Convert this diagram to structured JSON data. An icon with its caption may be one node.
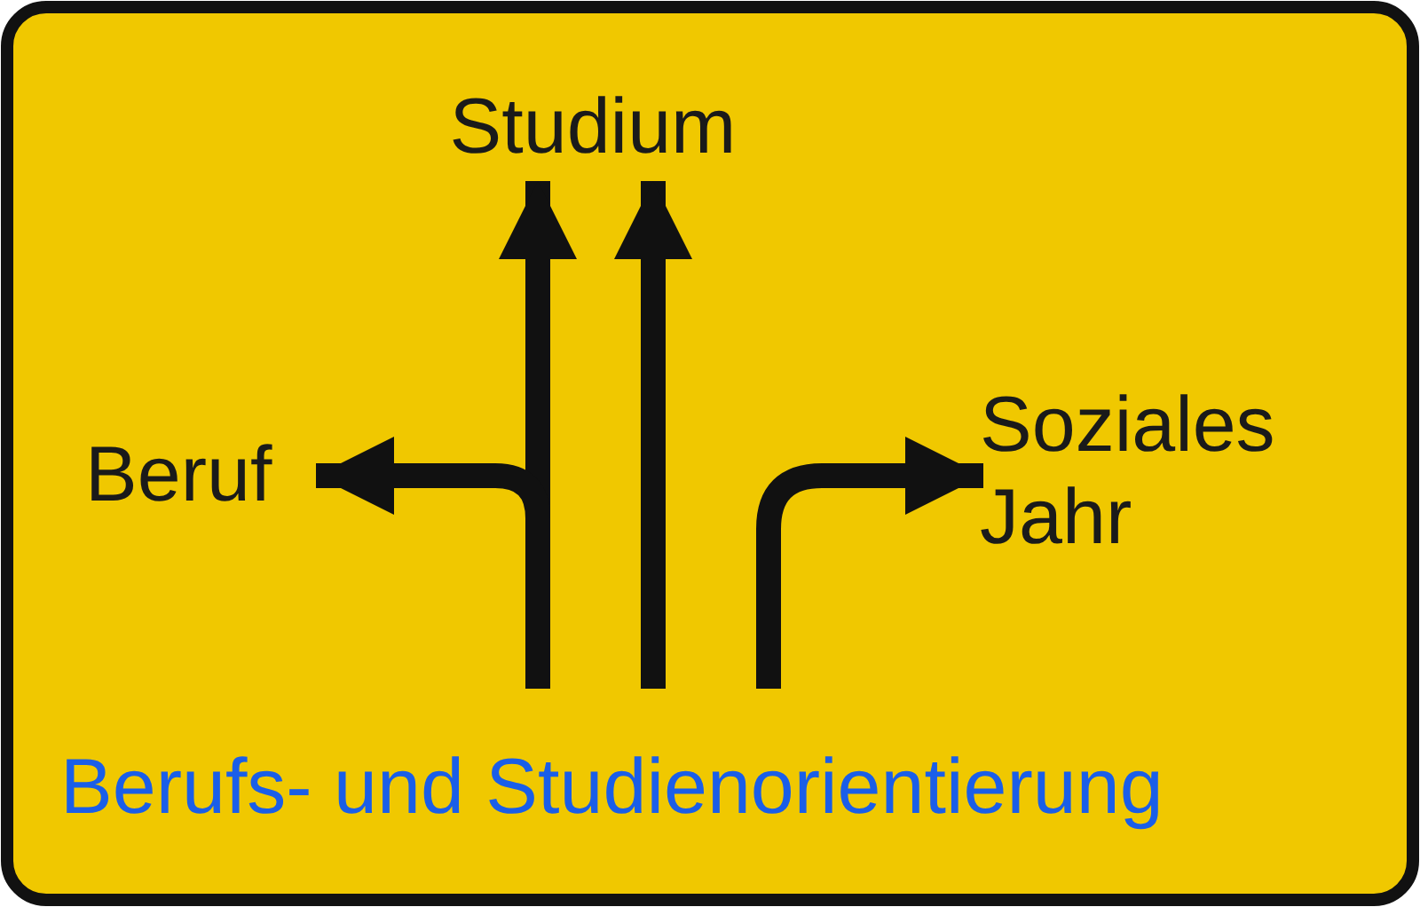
{
  "diagram": {
    "nodes": [
      {
        "text": [
          "Studium"
        ]
      },
      {
        "text": [
          "Beruf"
        ]
      },
      {
        "text": [
          "Soziales Jahr"
        ]
      }
    ],
    "edges": [
      {
        "from": null,
        "to": 0,
        "arrow": "to"
      },
      {
        "from": null,
        "to": 1,
        "arrow": "to"
      },
      {
        "from": null,
        "to": 0,
        "arrow": "to"
      },
      {
        "from": null,
        "to": 2,
        "arrow": "to"
      }
    ],
    "labels": [
      "Berufs- und Studienorientierung"
    ]
  }
}
